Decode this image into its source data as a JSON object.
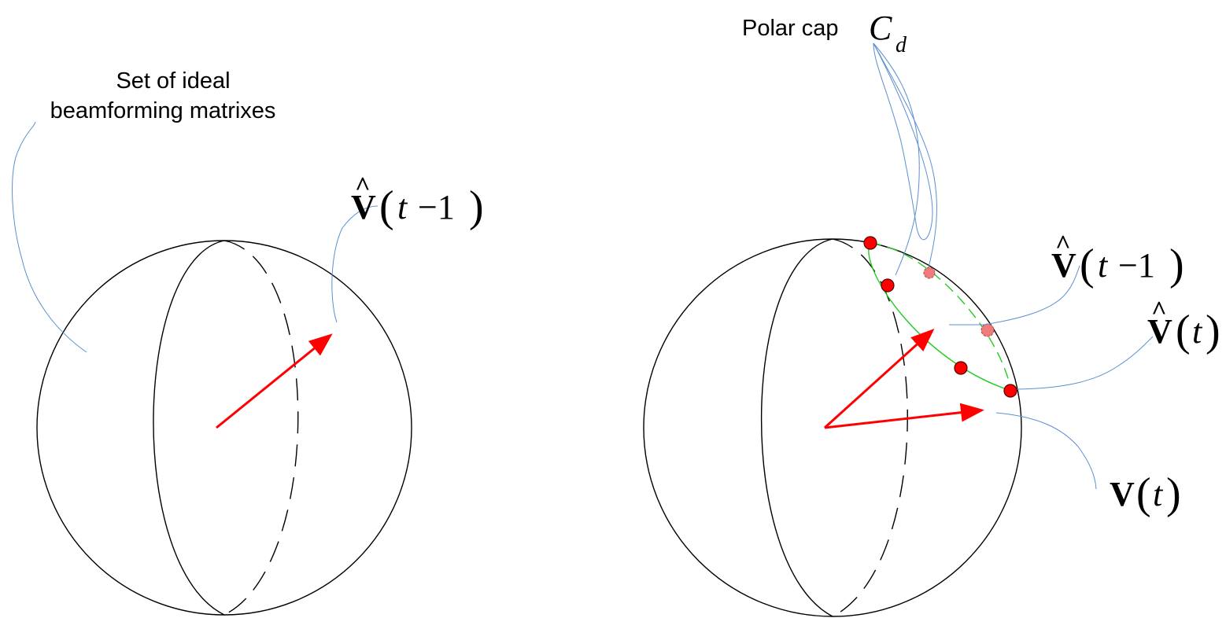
{
  "left": {
    "label_line1": "Set of ideal",
    "label_line2": "beamforming matrixes",
    "vhat_prev": {
      "letter": "V",
      "hat": "^",
      "open": "(",
      "arg": "t",
      "op": "−1",
      "close": ")"
    }
  },
  "right": {
    "polar_cap": "Polar cap",
    "cap_symbol": "C",
    "cap_sub": "d",
    "vhat_prev": {
      "letter": "V",
      "hat": "^",
      "open": "(",
      "arg": "t",
      "op": "−1",
      "close": ")"
    },
    "vhat_t": {
      "letter": "V",
      "hat": "^",
      "open": "(",
      "arg": "t",
      "close": ")"
    },
    "v_t": {
      "letter": "V",
      "open": "(",
      "arg": "t",
      "close": ")"
    }
  },
  "colors": {
    "outline": "#000000",
    "arrow": "#ff0000",
    "leader": "#5b8fd0",
    "cap": "#22cc22",
    "point": "#ff0000",
    "point_faded": "#f07b7b"
  }
}
